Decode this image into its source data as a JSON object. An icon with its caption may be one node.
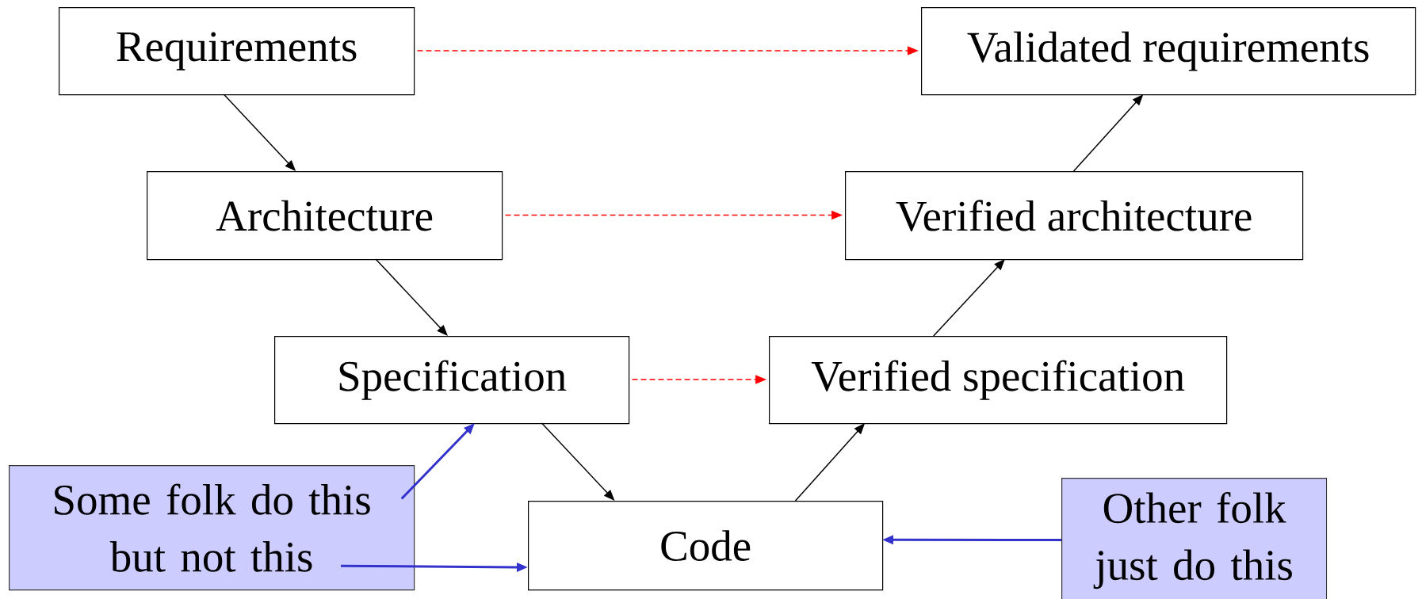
{
  "diagram": {
    "nodes": [
      {
        "text": [
          "Requirements"
        ]
      },
      {
        "text": [
          "Architecture"
        ]
      },
      {
        "text": [
          "Specification"
        ]
      },
      {
        "text": [
          "Code"
        ]
      },
      {
        "text": [
          "Verified specification"
        ]
      },
      {
        "text": [
          "Verified architecture"
        ]
      },
      {
        "text": [
          "Validated requirements"
        ]
      },
      {
        "text": [
          "Some folk do this",
          "but not this"
        ]
      },
      {
        "text": [
          "Other folk just do this"
        ]
      }
    ],
    "edges": [
      {
        "from": 0,
        "to": 1,
        "arrow": "to"
      },
      {
        "from": 1,
        "to": 2,
        "arrow": "to"
      },
      {
        "from": 2,
        "to": 3,
        "arrow": "to"
      },
      {
        "from": 3,
        "to": 4,
        "arrow": "to"
      },
      {
        "from": 4,
        "to": 5,
        "arrow": "to"
      },
      {
        "from": 5,
        "to": 6,
        "arrow": "to"
      },
      {
        "from": 0,
        "to": 6,
        "arrow": "to",
        "style": "dashed",
        "color": "#ff0000"
      },
      {
        "from": 1,
        "to": 5,
        "arrow": "to",
        "style": "dashed",
        "color": "#ff0000"
      },
      {
        "from": 2,
        "to": 4,
        "arrow": "to",
        "style": "dashed",
        "color": "#ff0000"
      },
      {
        "from": 7,
        "to": 2,
        "arrow": "to",
        "color": "#3333cc"
      },
      {
        "from": 7,
        "to": 3,
        "arrow": "to",
        "color": "#3333cc"
      },
      {
        "from": 8,
        "to": 3,
        "arrow": "to",
        "color": "#3333cc"
      }
    ]
  }
}
